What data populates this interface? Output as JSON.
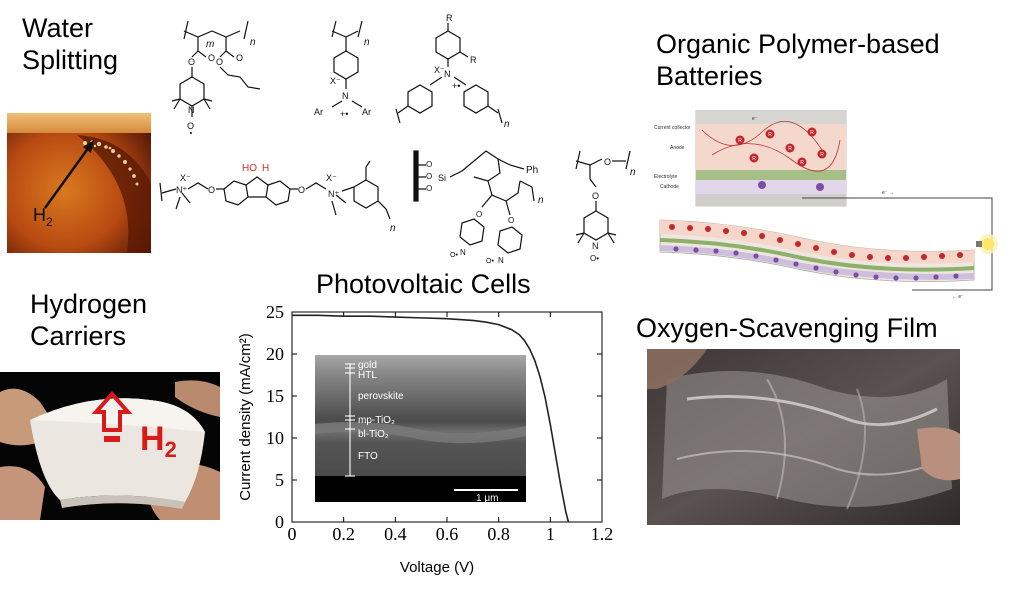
{
  "labels": {
    "water_l1": "Water",
    "water_l2": "Splitting",
    "hydrogen_l1": "Hydrogen",
    "hydrogen_l2": "Carriers",
    "batteries_l1": "Organic Polymer-based",
    "batteries_l2": "Batteries",
    "photovoltaic": "Photovoltaic Cells",
    "oxygen": "Oxygen-Scavenging Film"
  },
  "water_photo": {
    "h2_label": "H",
    "h2_sub": "2"
  },
  "hydrogen_photo": {
    "h2_label": "H",
    "h2_sub": "2"
  },
  "battery_diagram": {
    "current_collector": "Current collector",
    "anode": "Anode",
    "electrolyte": "Electrolyte",
    "cathode": "Cathode",
    "electron_top": "e⁻ →",
    "electron_bottom": "← e⁻",
    "electron_inset": "e⁻"
  },
  "chem_labels": {
    "m": "m",
    "n": "n",
    "o_rad": "O•",
    "x_minus": "X⁻",
    "ar": "Ar",
    "n_cation": "N",
    "plus_rad": "+•",
    "r": "R",
    "ho": "HO",
    "h": "H",
    "ph": "Ph",
    "si": "Si",
    "o": "O",
    "n_plus": "N⁺"
  },
  "sem_inset": {
    "layers": [
      "gold",
      "HTL",
      "perovskite",
      "mp-TiO₂",
      "bl-TiO₂",
      "FTO"
    ],
    "scale_label": "1 μm"
  },
  "chart_data": {
    "type": "line",
    "title": "Photovoltaic Cells",
    "xlabel": "Voltage (V)",
    "ylabel": "Current density (mA/cm²)",
    "xlim": [
      0,
      1.2
    ],
    "ylim": [
      0,
      25
    ],
    "xticks": [
      0,
      0.2,
      0.4,
      0.6,
      0.8,
      1,
      1.2
    ],
    "xtick_labels": [
      "0",
      "0.2",
      "0.4",
      "0.6",
      "0.8",
      "1",
      "1.2"
    ],
    "yticks": [
      0,
      5,
      10,
      15,
      20,
      25
    ],
    "ytick_labels": [
      "0",
      "5",
      "10",
      "15",
      "20",
      "25"
    ],
    "grid": false,
    "series": [
      {
        "x": [
          0,
          0.1,
          0.2,
          0.3,
          0.4,
          0.5,
          0.6,
          0.7,
          0.75,
          0.8,
          0.85,
          0.88,
          0.9,
          0.92,
          0.94,
          0.96,
          0.98,
          1.0,
          1.02,
          1.04,
          1.06,
          1.07
        ],
        "y": [
          24.6,
          24.6,
          24.5,
          24.5,
          24.4,
          24.3,
          24.2,
          24.0,
          23.8,
          23.5,
          22.9,
          22.3,
          21.6,
          20.6,
          19.2,
          17.3,
          14.8,
          11.6,
          8.0,
          4.4,
          1.2,
          0
        ]
      }
    ]
  }
}
